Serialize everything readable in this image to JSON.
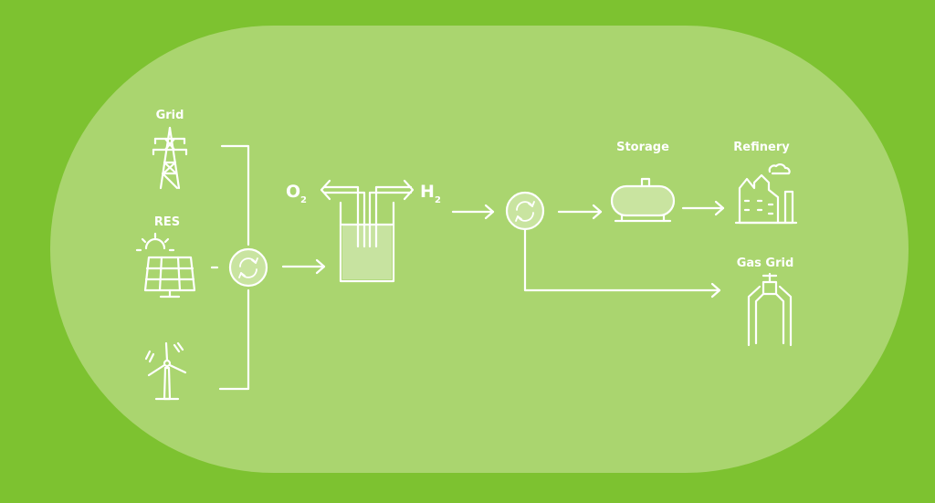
{
  "labels": {
    "grid": "Grid",
    "res": "RES",
    "o2": "O",
    "o2_sub": "2",
    "h2": "H",
    "h2_sub": "2",
    "storage": "Storage",
    "refinery": "Refinery",
    "gas_grid": "Gas Grid"
  },
  "colors": {
    "background": "#7dc230",
    "panel": "#aad56f",
    "stroke": "#ffffff",
    "converter_fill": "#c9e4a0",
    "liquid_fill": "#c7e3a0"
  },
  "icons": {
    "grid": "transmission-tower-icon",
    "res": "solar-panel-icon",
    "wind": "wind-turbine-icon",
    "converter": "converter-cycle-icon",
    "electrolyzer": "electrolyzer-icon",
    "storage": "storage-tank-icon",
    "refinery": "refinery-icon",
    "gas_grid": "gas-pipeline-icon"
  }
}
